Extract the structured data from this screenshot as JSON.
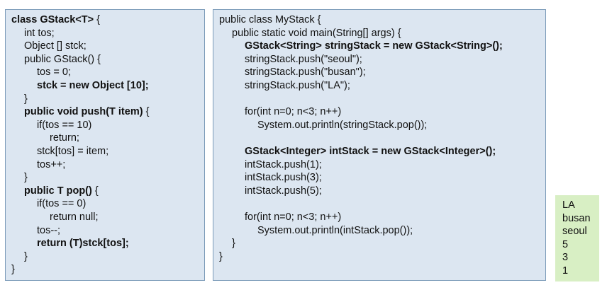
{
  "gstack_code": [
    {
      "text": "class GStack<T> {",
      "bold": [
        0,
        15
      ],
      "indent": 0
    },
    {
      "text": "int tos;",
      "bold": null,
      "indent": 1
    },
    {
      "text": "Object [] stck;",
      "bold": null,
      "indent": 1
    },
    {
      "text": "public GStack() {",
      "bold": null,
      "indent": 1
    },
    {
      "text": "tos = 0;",
      "bold": null,
      "indent": 2
    },
    {
      "text": "stck = new Object [10];",
      "bold": [
        0,
        23
      ],
      "indent": 2
    },
    {
      "text": "}",
      "bold": null,
      "indent": 1
    },
    {
      "text": "public void push(T item) {",
      "bold": [
        0,
        24
      ],
      "indent": 1
    },
    {
      "text": "if(tos == 10)",
      "bold": null,
      "indent": 2
    },
    {
      "text": "return;",
      "bold": null,
      "indent": 3
    },
    {
      "text": "stck[tos] = item;",
      "bold": null,
      "indent": 2
    },
    {
      "text": "tos++;",
      "bold": null,
      "indent": 2
    },
    {
      "text": "}",
      "bold": null,
      "indent": 1
    },
    {
      "text": "public T pop() {",
      "bold": [
        0,
        14
      ],
      "indent": 1
    },
    {
      "text": "if(tos == 0)",
      "bold": null,
      "indent": 2
    },
    {
      "text": "return null;",
      "bold": null,
      "indent": 3
    },
    {
      "text": "tos--;",
      "bold": null,
      "indent": 2
    },
    {
      "text": "return (T)stck[tos];",
      "bold": [
        0,
        20
      ],
      "indent": 2
    },
    {
      "text": "}",
      "bold": null,
      "indent": 1
    },
    {
      "text": "}",
      "bold": null,
      "indent": 0
    }
  ],
  "mystack_code": [
    {
      "text": "public class MyStack {",
      "bold": null,
      "indent": 0
    },
    {
      "text": "public static void main(String[] args) {",
      "bold": null,
      "indent": 1
    },
    {
      "text": "GStack<String> stringStack = new GStack<String>();",
      "bold": [
        0,
        50
      ],
      "indent": 2
    },
    {
      "text": "stringStack.push(\"seoul\");",
      "bold": null,
      "indent": 2
    },
    {
      "text": "stringStack.push(\"busan\");",
      "bold": null,
      "indent": 2
    },
    {
      "text": "stringStack.push(\"LA\");",
      "bold": null,
      "indent": 2
    },
    {
      "text": "",
      "bold": null,
      "indent": 2
    },
    {
      "text": "for(int n=0; n<3; n++)",
      "bold": null,
      "indent": 2
    },
    {
      "text": "System.out.println(stringStack.pop());",
      "bold": null,
      "indent": 3
    },
    {
      "text": "",
      "bold": null,
      "indent": 2
    },
    {
      "text": "GStack<Integer> intStack = new GStack<Integer>();",
      "bold": [
        0,
        49
      ],
      "indent": 2
    },
    {
      "text": "intStack.push(1);",
      "bold": null,
      "indent": 2
    },
    {
      "text": "intStack.push(3);",
      "bold": null,
      "indent": 2
    },
    {
      "text": "intStack.push(5);",
      "bold": null,
      "indent": 2
    },
    {
      "text": "",
      "bold": null,
      "indent": 2
    },
    {
      "text": "for(int n=0; n<3; n++)",
      "bold": null,
      "indent": 2
    },
    {
      "text": "System.out.println(intStack.pop());",
      "bold": null,
      "indent": 3
    },
    {
      "text": "}",
      "bold": null,
      "indent": 1
    },
    {
      "text": "}",
      "bold": null,
      "indent": 0
    }
  ],
  "output_lines": [
    "LA",
    "busan",
    "seoul",
    "5",
    "3",
    "1"
  ],
  "colors": {
    "code_bg": "#dce6f1",
    "output_bg": "#d8efc4",
    "border": "#7a9ab8"
  }
}
